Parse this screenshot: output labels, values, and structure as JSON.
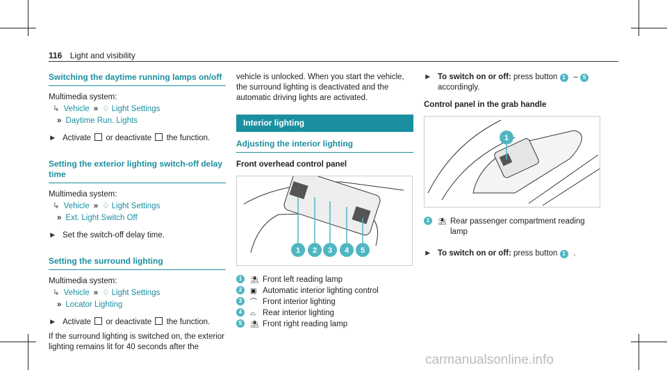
{
  "header": {
    "page_number": "116",
    "section": "Light and visibility"
  },
  "left": {
    "s1_title": "Switching the daytime running lamps on/off",
    "s1_menu": "Multimedia system:",
    "s1_path1a": "Vehicle",
    "s1_path1b": "Light Settings",
    "s1_path2": "Daytime Run. Lights",
    "s1_instr_a": "Activate",
    "s1_instr_b": "or deactivate",
    "s1_instr_c": "the function.",
    "s2_title": "Setting the exterior lighting switch-off delay time",
    "s2_menu": "Multimedia system:",
    "s2_path1a": "Vehicle",
    "s2_path1b": "Light Settings",
    "s2_path2": "Ext. Light Switch Off",
    "s2_instr": "Set the switch-off delay time.",
    "s3_title": "Setting the surround lighting",
    "s3_menu": "Multimedia system:",
    "s3_path1a": "Vehicle",
    "s3_path1b": "Light Settings",
    "s3_path2": "Locator Lighting",
    "s3_instr_a": "Activate",
    "s3_instr_b": "or deactivate",
    "s3_instr_c": "the function.",
    "s3_note": "If the surround lighting is switched on, the exterior lighting remains lit for 40 seconds after the"
  },
  "middle": {
    "cont": "vehicle is unlocked. When you start the vehicle, the surround lighting is deactivated and the automatic driving lights are activated.",
    "band": "Interior lighting",
    "title": "Adjusting the interior lighting",
    "sub": "Front overhead control panel",
    "legend": [
      {
        "n": "1",
        "text": "Front left reading lamp"
      },
      {
        "n": "2",
        "text": "Automatic interior lighting control"
      },
      {
        "n": "3",
        "text": "Front interior lighting"
      },
      {
        "n": "4",
        "text": "Rear interior lighting"
      },
      {
        "n": "5",
        "text": "Front right reading lamp"
      }
    ]
  },
  "right": {
    "instr1_bold": "To switch on or off:",
    "instr1_rest": "press button",
    "instr1_from": "1",
    "instr1_to": "5",
    "instr1_tail": "accordingly.",
    "sub": "Control panel in the grab handle",
    "legend1": "Rear passenger compartment reading lamp",
    "instr2_bold": "To switch on or off:",
    "instr2_rest": "press button",
    "instr2_n": "1"
  },
  "watermark": "carmanualsonline.info"
}
